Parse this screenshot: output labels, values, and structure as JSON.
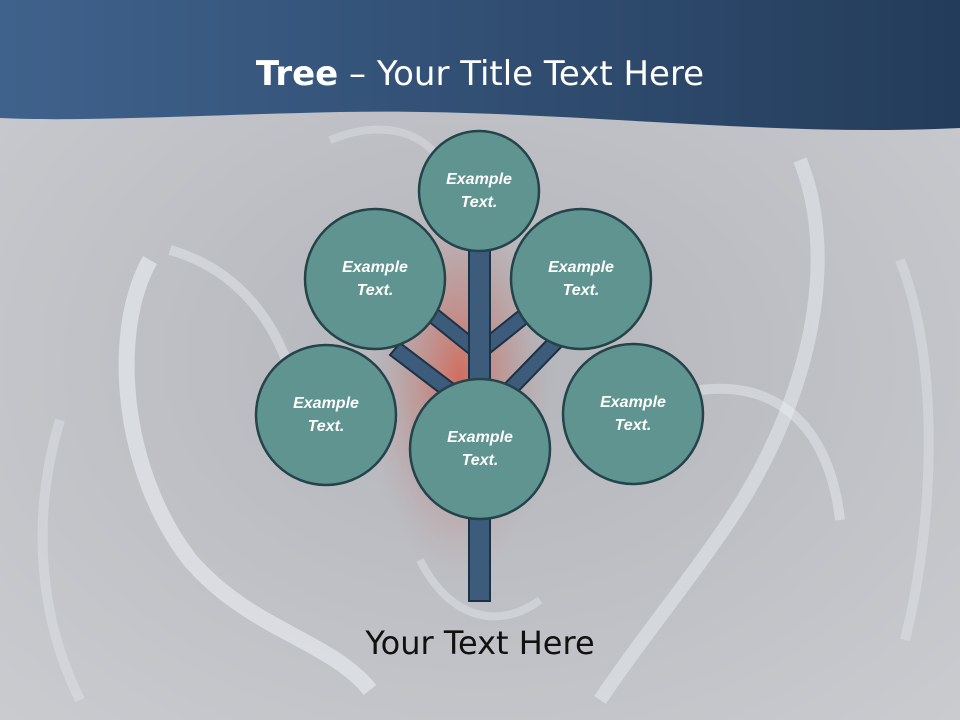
{
  "slide": {
    "title_bold": "Tree",
    "title_rest": " – Your Title Text Here",
    "bottom_text": "Your Text Here"
  },
  "tree": {
    "nodes": [
      {
        "id": "top",
        "line1": "Example",
        "line2": "Text."
      },
      {
        "id": "upper-left",
        "line1": "Example",
        "line2": "Text."
      },
      {
        "id": "upper-right",
        "line1": "Example",
        "line2": "Text."
      },
      {
        "id": "left",
        "line1": "Example",
        "line2": "Text."
      },
      {
        "id": "center",
        "line1": "Example",
        "line2": "Text."
      },
      {
        "id": "right",
        "line1": "Example",
        "line2": "Text."
      }
    ]
  },
  "colors": {
    "header": "#34527a",
    "node_fill": "#5f9490",
    "node_stroke": "#24434a",
    "branch": "#3d5b7a",
    "branch_stroke": "#1d3145"
  }
}
